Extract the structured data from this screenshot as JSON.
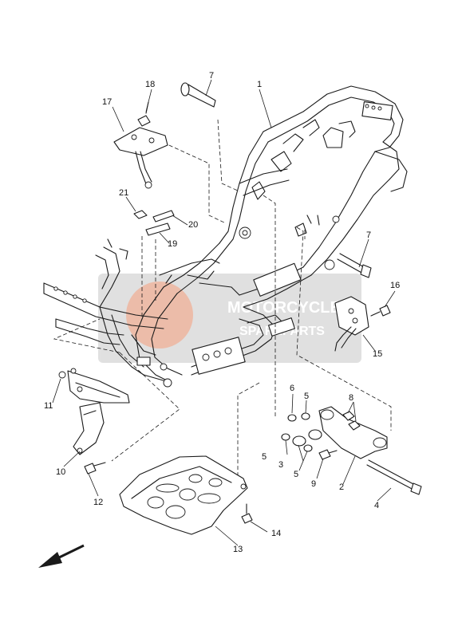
{
  "diagram": {
    "callouts": [
      {
        "id": "c7a",
        "text": "7"
      },
      {
        "id": "c18",
        "text": "18"
      },
      {
        "id": "c1",
        "text": "1"
      },
      {
        "id": "c17",
        "text": "17"
      },
      {
        "id": "c21",
        "text": "21"
      },
      {
        "id": "c20",
        "text": "20"
      },
      {
        "id": "c19",
        "text": "19"
      },
      {
        "id": "c7b",
        "text": "7"
      },
      {
        "id": "c16",
        "text": "16"
      },
      {
        "id": "c15",
        "text": "15"
      },
      {
        "id": "c6",
        "text": "6"
      },
      {
        "id": "c5a",
        "text": "5"
      },
      {
        "id": "c8",
        "text": "8"
      },
      {
        "id": "c11",
        "text": "11"
      },
      {
        "id": "c5b",
        "text": "5"
      },
      {
        "id": "c3",
        "text": "3"
      },
      {
        "id": "c5c",
        "text": "5"
      },
      {
        "id": "c9",
        "text": "9"
      },
      {
        "id": "c2",
        "text": "2"
      },
      {
        "id": "c4",
        "text": "4"
      },
      {
        "id": "c10",
        "text": "10"
      },
      {
        "id": "c12",
        "text": "12"
      },
      {
        "id": "c14",
        "text": "14"
      },
      {
        "id": "c13",
        "text": "13"
      }
    ],
    "watermark": {
      "line1": "MOTORCYCLE",
      "line2": "SPAREPARTS"
    },
    "colors": {
      "line": "#1a1a1a",
      "watermark_box": "#c8c8c8",
      "watermark_accent": "#e07a52"
    },
    "direction_arrow_icon": "front-direction-arrow-icon"
  }
}
